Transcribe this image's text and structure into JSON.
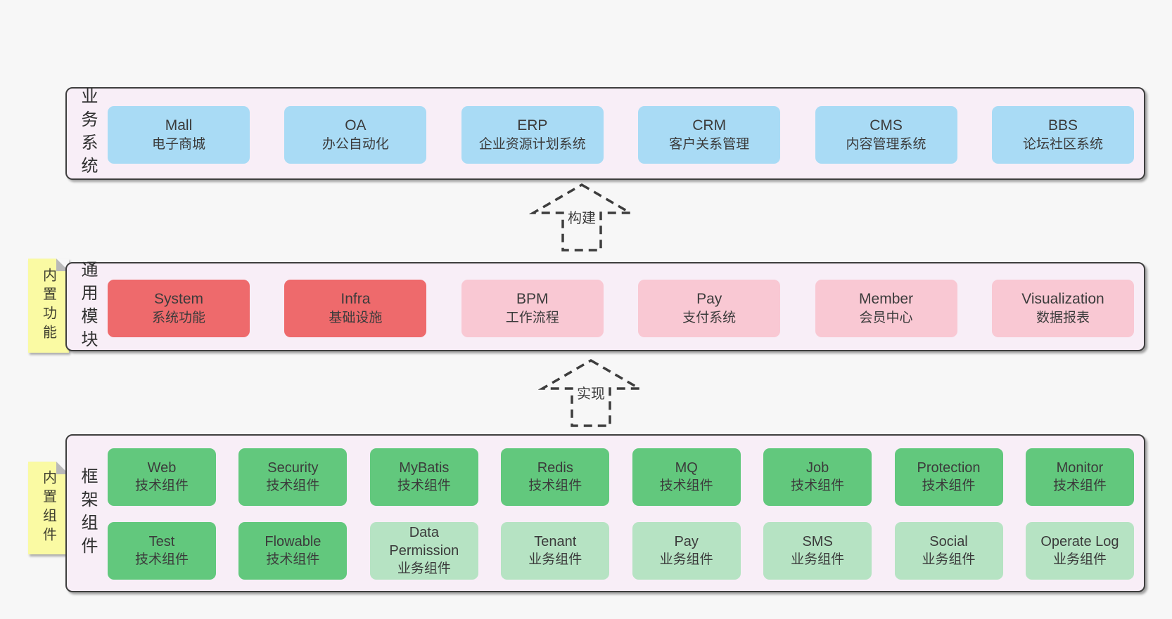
{
  "colors": {
    "page_bg": "#f7f7f7",
    "band_bg": "#f8eef7",
    "band_border": "#3e3e3e",
    "box_blue": "#a9dbf5",
    "box_red": "#ee6a6c",
    "box_pink": "#f9c8d3",
    "box_green_dark": "#62c87d",
    "box_green_light": "#b6e3c3",
    "sticky_bg": "#fafaa3",
    "sticky_fold": "#b9b9b9",
    "text": "#3b3b3b"
  },
  "arrows": [
    {
      "label": "构建"
    },
    {
      "label": "实现"
    }
  ],
  "stickies": [
    {
      "label": "内置功能"
    },
    {
      "label": "内置组件"
    }
  ],
  "bands": [
    {
      "label": "业务系统",
      "rows": [
        [
          {
            "en": "Mall",
            "zh": "电子商城"
          },
          {
            "en": "OA",
            "zh": "办公自动化"
          },
          {
            "en": "ERP",
            "zh": "企业资源计划系统"
          },
          {
            "en": "CRM",
            "zh": "客户关系管理"
          },
          {
            "en": "CMS",
            "zh": "内容管理系统"
          },
          {
            "en": "BBS",
            "zh": "论坛社区系统"
          }
        ]
      ]
    },
    {
      "label": "通用模块",
      "rows": [
        [
          {
            "en": "System",
            "zh": "系统功能"
          },
          {
            "en": "Infra",
            "zh": "基础设施"
          },
          {
            "en": "BPM",
            "zh": "工作流程"
          },
          {
            "en": "Pay",
            "zh": "支付系统"
          },
          {
            "en": "Member",
            "zh": "会员中心"
          },
          {
            "en": "Visualization",
            "zh": "数据报表"
          }
        ]
      ]
    },
    {
      "label": "框架组件",
      "rows": [
        [
          {
            "en": "Web",
            "zh": "技术组件"
          },
          {
            "en": "Security",
            "zh": "技术组件"
          },
          {
            "en": "MyBatis",
            "zh": "技术组件"
          },
          {
            "en": "Redis",
            "zh": "技术组件"
          },
          {
            "en": "MQ",
            "zh": "技术组件"
          },
          {
            "en": "Job",
            "zh": "技术组件"
          },
          {
            "en": "Protection",
            "zh": "技术组件"
          },
          {
            "en": "Monitor",
            "zh": "技术组件"
          }
        ],
        [
          {
            "en": "Test",
            "zh": "技术组件"
          },
          {
            "en": "Flowable",
            "zh": "技术组件"
          },
          {
            "en": "Data Permission",
            "zh": "业务组件"
          },
          {
            "en": "Tenant",
            "zh": "业务组件"
          },
          {
            "en": "Pay",
            "zh": "业务组件"
          },
          {
            "en": "SMS",
            "zh": "业务组件"
          },
          {
            "en": "Social",
            "zh": "业务组件"
          },
          {
            "en": "Operate Log",
            "zh": "业务组件"
          }
        ]
      ]
    }
  ]
}
